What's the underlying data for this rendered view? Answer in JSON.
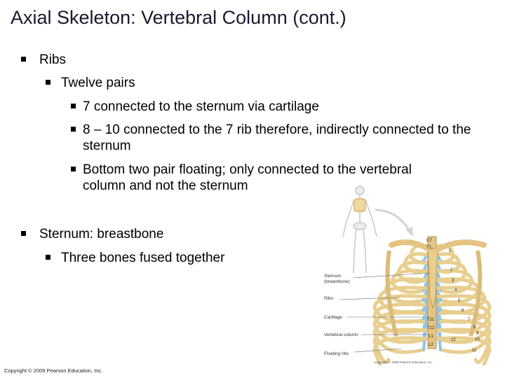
{
  "slide": {
    "title": "Axial Skeleton: Vertebral Column (cont.)",
    "bullets": {
      "ribs": "Ribs",
      "twelve_pairs": "Twelve pairs",
      "seven_connected": "7 connected to the sternum via cartilage",
      "eight_ten": "8 – 10 connected to the 7 rib therefore, indirectly connected to the sternum",
      "bottom_two": "Bottom two pair floating; only connected to the vertebral column and not the sternum",
      "sternum": "Sternum: breastbone",
      "three_bones": "Three bones fused together"
    },
    "copyright": "Copyright © 2009 Pearson Education, Inc."
  },
  "figure": {
    "labels": {
      "sternum": "Sternum",
      "breastbone": "(breastbone)",
      "ribs": "Ribs",
      "cartilage": "Cartilage",
      "vertebral_column": "Vertebral column",
      "floating_ribs": "Floating ribs"
    },
    "vertebra_labels": {
      "c7": "C7",
      "t1": "T1",
      "t11": "T11",
      "t12": "T12",
      "l1": "L1",
      "l2": "L2"
    },
    "rib_numbers": {
      "r1": "1",
      "r2": "2",
      "r3": "3",
      "r4": "4",
      "r5": "5",
      "r6": "6",
      "r7": "7",
      "r8": "8",
      "r9": "9",
      "r10": "10",
      "r11": "11",
      "r12": "12"
    },
    "copyright": "Copyright © 2009 Pearson Education, Inc.",
    "colors": {
      "bone": "#e8cf8f",
      "bone_outline": "#b8945a",
      "cartilage": "#8ec4e8"
    }
  }
}
